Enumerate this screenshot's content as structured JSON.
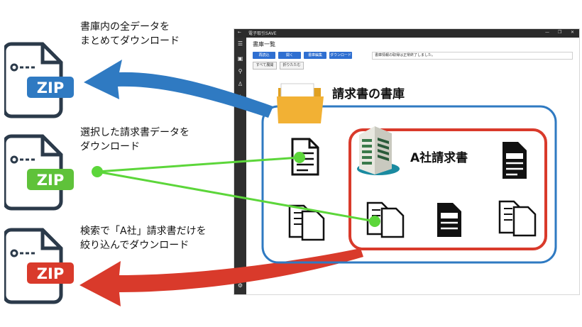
{
  "captions": {
    "all": "書庫内の全データを\nまとめてダウンロード",
    "selected": "選択した請求書データを\nダウンロード",
    "filtered": "検索で「A社」請求書だけを\n絞り込んでダウンロード"
  },
  "zip_icons": [
    {
      "label": "ZIP",
      "color": "#2f7ac2"
    },
    {
      "label": "ZIP",
      "color": "#5fc23a"
    },
    {
      "label": "ZIP",
      "color": "#d93a2b"
    }
  ],
  "app": {
    "title": "電子取引SAVE",
    "page_title": "書庫一覧",
    "toolbar": [
      {
        "label": "再読込"
      },
      {
        "label": "開く"
      },
      {
        "label": "書庫編集"
      },
      {
        "label": "ダウンロード"
      }
    ],
    "message": "書庫情報の取得は正常終了しました。",
    "select_all": "すべて展開",
    "collapse": "折りたたむ"
  },
  "diagram": {
    "archive_title": "請求書の書庫",
    "company_label": "A社請求書"
  },
  "colors": {
    "blue": "#2f7ac2",
    "green": "#5cd63a",
    "red": "#d93a2b",
    "folder": "#f2b134"
  }
}
